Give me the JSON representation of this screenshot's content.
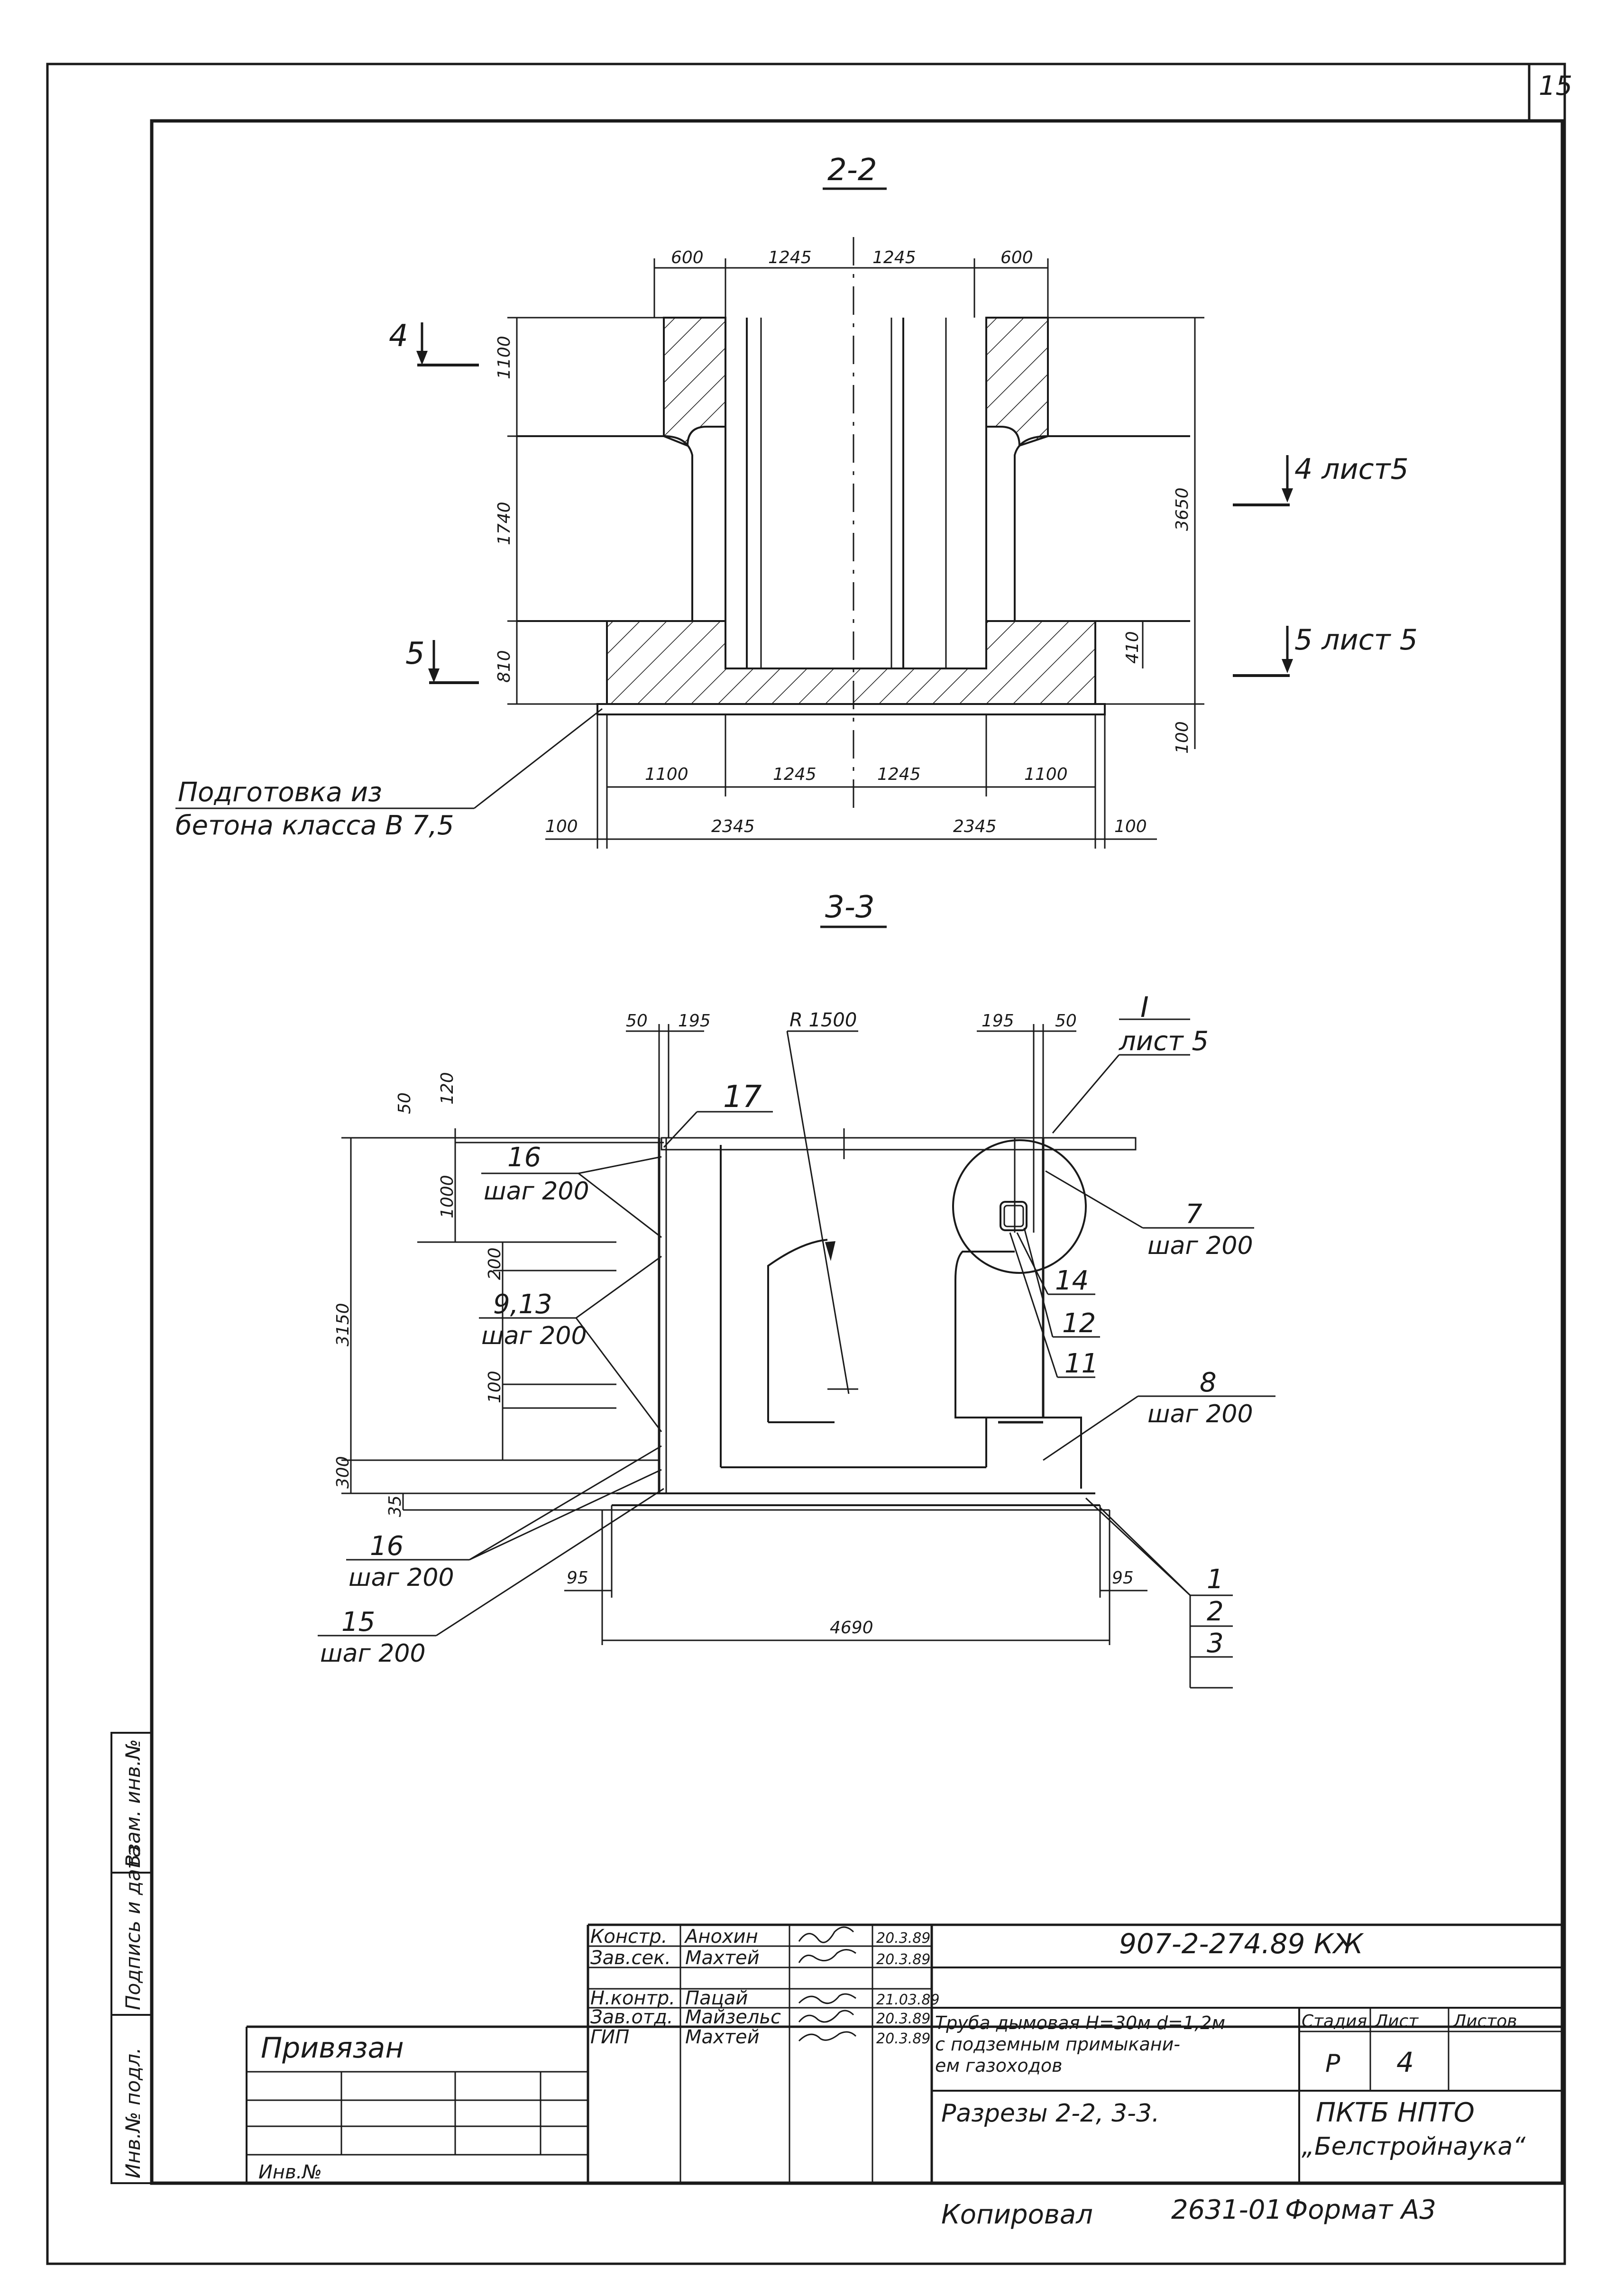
{
  "page_number": "15",
  "section_2_2": {
    "title": "2-2",
    "top_dims": [
      "600",
      "1245",
      "1245",
      "600"
    ],
    "left_dims": [
      "1100",
      "1740",
      "810"
    ],
    "right_dims": [
      "3650",
      "410",
      "100"
    ],
    "bottom_dims_row1": [
      "1100",
      "1245",
      "1245",
      "1100"
    ],
    "bottom_dims_row2": [
      "100",
      "2345",
      "2345",
      "100"
    ],
    "cut_4_left": "4",
    "cut_5_left": "5",
    "cut_4_right": "4 лист5",
    "cut_5_right": "5 лист 5",
    "note_line1": "Подготовка из",
    "note_line2": "бетона класса В 7,5"
  },
  "section_3_3": {
    "title": "3-3",
    "top_dims_left": [
      "50",
      "195"
    ],
    "radius": "R 1500",
    "top_dims_right": [
      "195",
      "50"
    ],
    "detail_num": "I",
    "detail_sheet": "лист 5",
    "left_dims": [
      "50",
      "120",
      "1000",
      "200",
      "3150",
      "100",
      "300",
      "35"
    ],
    "callout_17": "17",
    "callout_16a": "16",
    "callout_16a_step": "шаг 200",
    "callout_913": "9,13",
    "callout_913_step": "шаг 200",
    "callout_16b": "16",
    "callout_16b_step": "шаг 200",
    "callout_15": "15",
    "callout_15_step": "шаг 200",
    "callout_7": "7",
    "callout_7_step": "шаг 200",
    "callout_14": "14",
    "callout_12": "12",
    "callout_11": "11",
    "callout_8": "8",
    "callout_8_step": "шаг 200",
    "bottom_dim_95_left": "95",
    "bottom_dim_95_right": "95",
    "bottom_dim_total": "4690",
    "layers": [
      "1",
      "2",
      "3"
    ]
  },
  "side_stamp": [
    "Инв.№ подл.",
    "Подпись и дата",
    "Взам. инв.№"
  ],
  "privyazan": "Привязан",
  "inv_no": "Инв.№",
  "title_block": {
    "signers": [
      {
        "role": "Констр.",
        "name": "Анохин",
        "date": "20.3.89"
      },
      {
        "role": "Зав.сек.",
        "name": "Махтей",
        "date": "20.3.89"
      },
      {
        "role": "",
        "name": "",
        "date": ""
      },
      {
        "role": "Н.контр.",
        "name": "Пацай",
        "date": "21.03.89"
      },
      {
        "role": "Зав.отд.",
        "name": "Майзельс",
        "date": "20.3.89"
      },
      {
        "role": "ГИП",
        "name": "Махтей",
        "date": "20.3.89"
      }
    ],
    "code": "907-2-274.89 КЖ",
    "object_line1": "Труба дымовая Н=30м d=1,2м",
    "object_line2": "с подземным примыкани-",
    "object_line3": "ем газоходов",
    "sheet_title": "Разрезы 2-2, 3-3.",
    "stage_label": "Стадия",
    "sheet_label": "Лист",
    "sheets_label": "Листов",
    "stage": "Р",
    "sheet": "4",
    "sheets": "",
    "org_line1": "ПКТБ НПТО",
    "org_line2": "„Белстройнаука“"
  },
  "footer": {
    "copied": "Копировал",
    "number": "2631-01",
    "format": "Формат А3"
  }
}
